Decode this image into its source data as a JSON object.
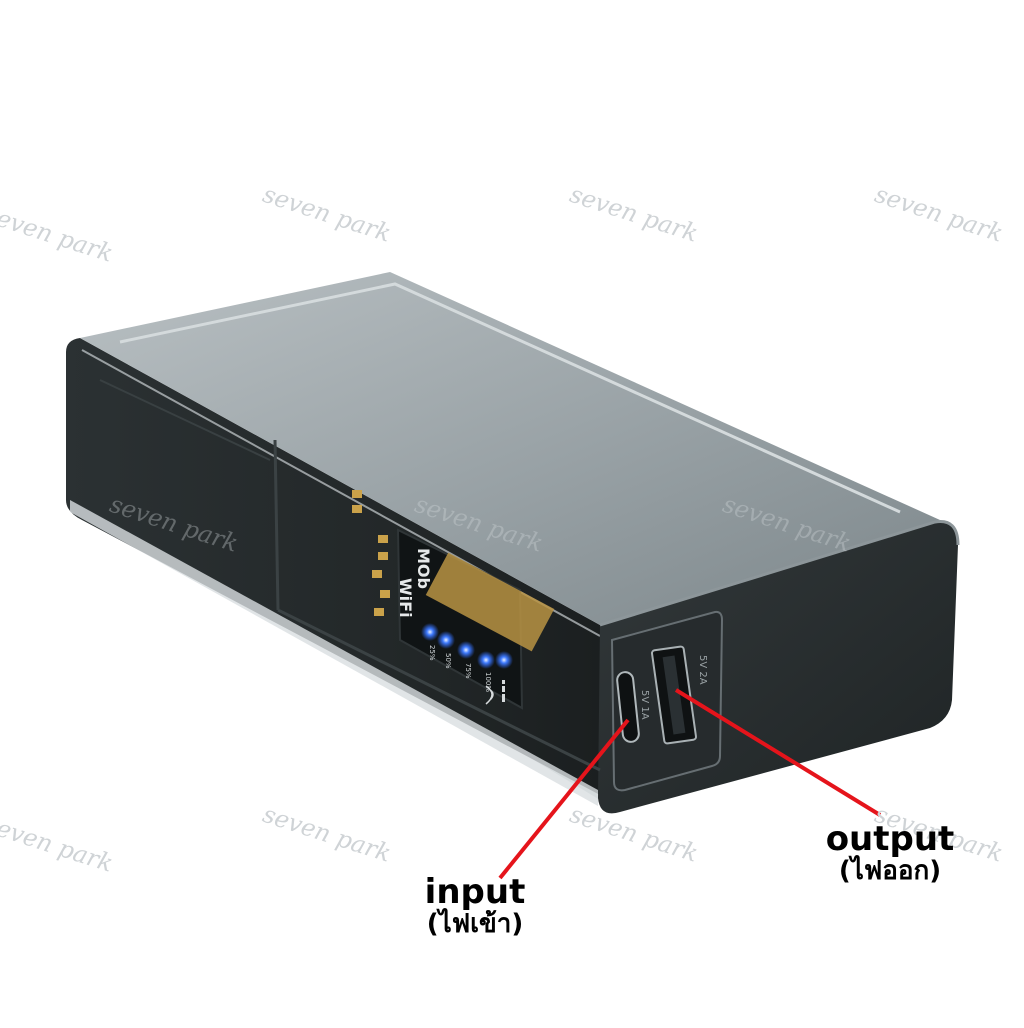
{
  "watermark": "seven park",
  "device": {
    "brand_line1": "MOb",
    "brand_line2": "WiFi",
    "led_labels": [
      "25%",
      "50%",
      "75%",
      "100%"
    ],
    "port_label_left": "5V 1A",
    "port_label_right": "5V 2A"
  },
  "labels": {
    "input": {
      "main": "input",
      "sub": "(ไฟเข้า)"
    },
    "output": {
      "main": "output",
      "sub": "(ไฟออก)"
    }
  },
  "colors": {
    "annotation_line": "#e5141b",
    "body_metal": "#9aa3a8",
    "end_cap": "#2a2f31",
    "led": "#2f6bff"
  }
}
